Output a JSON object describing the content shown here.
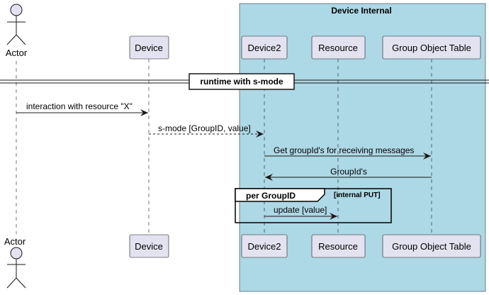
{
  "colors": {
    "box_background": "#ADD8E6",
    "participant_fill": "#E2E2F0",
    "participant_border": "#181818",
    "line": "#181818"
  },
  "box": {
    "title": "Device Internal"
  },
  "participants": {
    "actor": "Actor",
    "device": "Device",
    "device2": "Device2",
    "resource": "Resource",
    "got": "Group Object Table"
  },
  "divider": {
    "label": "runtime with s-mode"
  },
  "messages": [
    {
      "label": "interaction with resource \"X\"",
      "from": "actor",
      "to": "device",
      "style": "solid"
    },
    {
      "label": "s-mode [GroupID, value]",
      "from": "device",
      "to": "device2",
      "style": "dashed"
    },
    {
      "label": "Get groupId's for receiving messages",
      "from": "device2",
      "to": "got",
      "style": "solid"
    },
    {
      "label": "GroupId's",
      "from": "got",
      "to": "device2",
      "style": "solid"
    }
  ],
  "group": {
    "title": "per GroupID",
    "condition": "[internal PUT]",
    "message": {
      "label": "update [value]",
      "from": "device2",
      "to": "resource",
      "style": "solid"
    }
  }
}
